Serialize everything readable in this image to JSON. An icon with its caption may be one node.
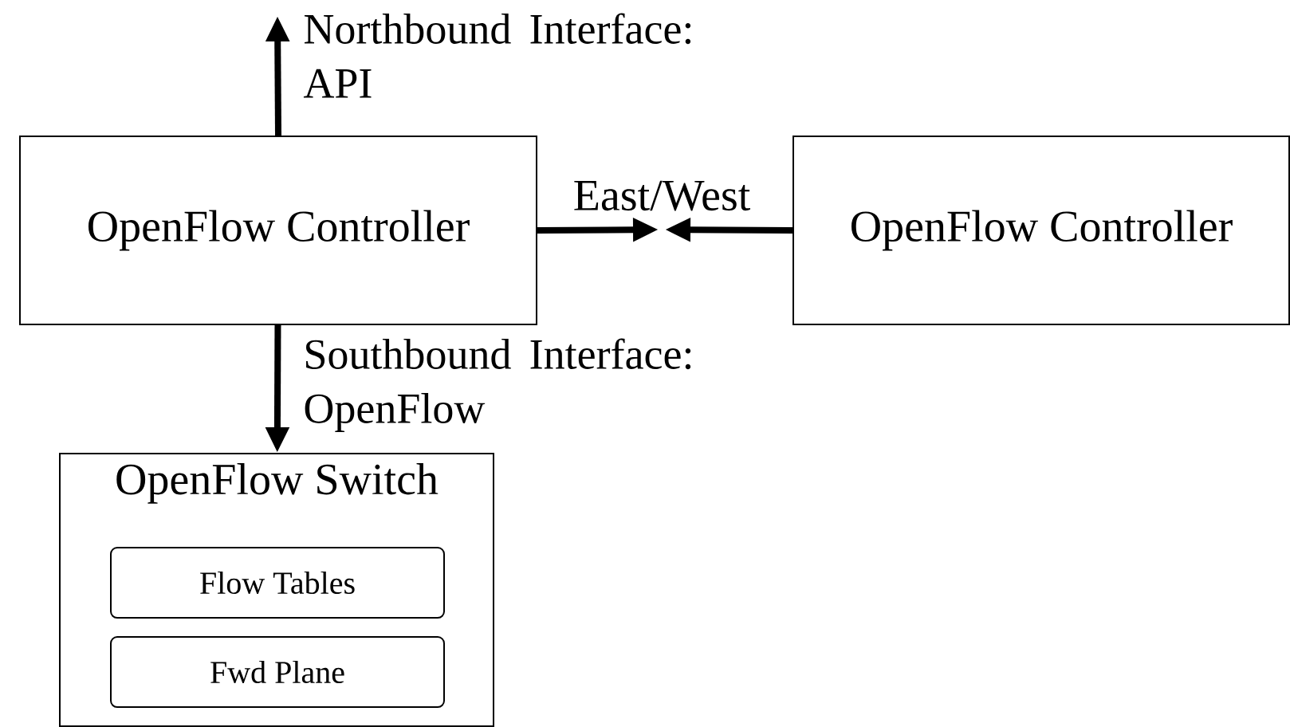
{
  "diagram": {
    "nodes": [
      {
        "text": [
          "OpenFlow Controller"
        ]
      },
      {
        "text": [
          "OpenFlow Controller"
        ]
      },
      {
        "text": [
          "OpenFlow Switch"
        ]
      },
      {
        "text": [
          "Flow Tables"
        ],
        "in": 2
      },
      {
        "text": [
          "Fwd Plane"
        ],
        "in": 2
      },
      {
        "text": [
          "East/West"
        ]
      }
    ],
    "edges": [
      {
        "from": 0,
        "to": null,
        "arrow": "to",
        "label": "Northbound Interface: API"
      },
      {
        "from": 0,
        "to": 5,
        "arrow": "to"
      },
      {
        "from": 1,
        "to": 5,
        "arrow": "to"
      },
      {
        "from": 0,
        "to": 2,
        "arrow": "to",
        "label": "Southbound Interface: OpenFlow"
      }
    ],
    "labels": []
  }
}
